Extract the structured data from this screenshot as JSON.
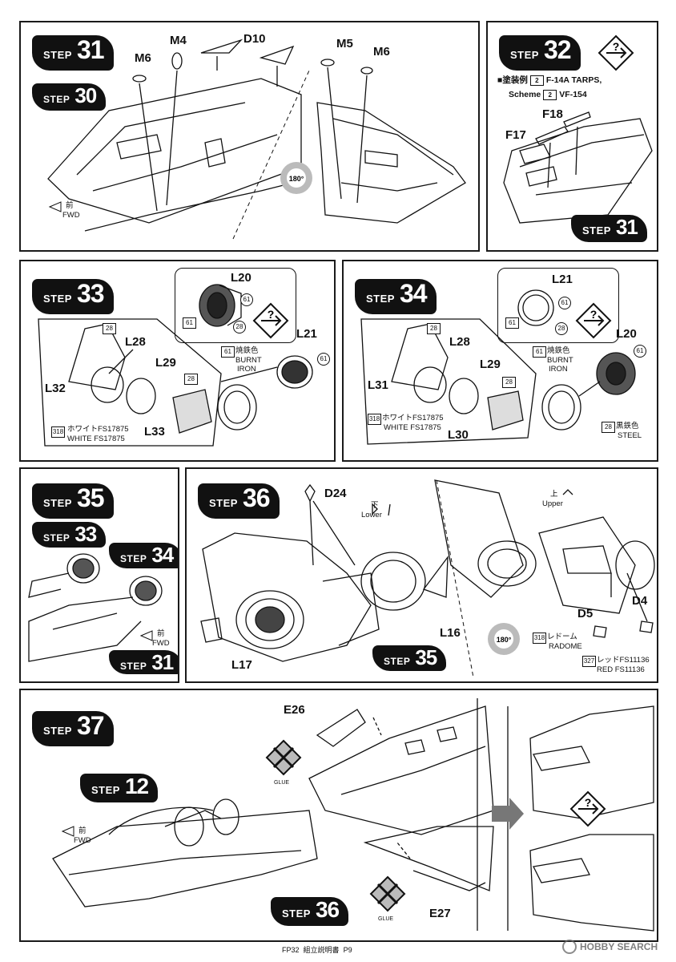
{
  "steps": {
    "s31": "31",
    "s30": "30",
    "s32": "32",
    "s33": "33",
    "s34": "34",
    "s35": "35",
    "s36": "36",
    "s37": "37",
    "s12": "12"
  },
  "step_word": "STEP",
  "step31": {
    "parts": {
      "m6a": "M6",
      "m4": "M4",
      "d10": "D10",
      "m5": "M5",
      "m6b": "M6"
    },
    "direction": {
      "jp": "前",
      "en": "FWD"
    },
    "rotate": "180°"
  },
  "step32": {
    "scheme_jp": "■塗装例",
    "scheme_num": "2",
    "scheme_en_label": "Scheme",
    "aircraft_a": "F-14A TARPS,",
    "aircraft_b": "VF-154",
    "parts": {
      "f17": "F17",
      "f18": "F18"
    }
  },
  "step33": {
    "parts": {
      "l20": "L20",
      "l21": "L21",
      "l28": "L28",
      "l29": "L29",
      "l32": "L32",
      "l33": "L33"
    },
    "codes": {
      "c61": "61",
      "c28": "28",
      "c318": "318"
    },
    "burnt_jp": "焼鉄色",
    "burnt_en1": "BURNT",
    "burnt_en2": "IRON",
    "white_jp": "ホワイトFS17875",
    "white_en": "WHITE FS17875"
  },
  "step34": {
    "parts": {
      "l21": "L21",
      "l20": "L20",
      "l28": "L28",
      "l29": "L29",
      "l31": "L31",
      "l30": "L30"
    },
    "codes": {
      "c61": "61",
      "c28": "28",
      "c318": "318"
    },
    "burnt_jp": "焼鉄色",
    "burnt_en1": "BURNT",
    "burnt_en2": "IRON",
    "white_jp": "ホワイトFS17875",
    "white_en": "WHITE FS17875",
    "steel_jp": "黒鉄色",
    "steel_en": "STEEL"
  },
  "step35": {
    "sub_steps": {
      "s33": "33",
      "s34": "34",
      "s31": "31"
    },
    "direction": {
      "jp": "前",
      "en": "FWD"
    }
  },
  "step36": {
    "parts": {
      "d24": "D24",
      "l16": "L16",
      "l17": "L17",
      "d5": "D5",
      "d4": "D4"
    },
    "lower_jp": "下",
    "lower_en": "Lower",
    "upper_jp": "上",
    "upper_en": "Upper",
    "rotate": "180°",
    "radome_code": "318",
    "radome_jp": "レドーム",
    "radome_en": "RADOME",
    "red_code": "327",
    "red_jp": "レッドFS11136",
    "red_en": "RED FS11136",
    "sub_step": "35"
  },
  "step37": {
    "parts": {
      "e26": "E26",
      "e27": "E27"
    },
    "direction": {
      "jp": "前",
      "en": "FWD"
    },
    "glue_label": "GLUE",
    "sub_steps": {
      "s12": "12",
      "s36": "36"
    }
  },
  "footer": {
    "code": "FP32",
    "title": "組立説明書",
    "page": "P9",
    "watermark": "HOBBY SEARCH"
  }
}
